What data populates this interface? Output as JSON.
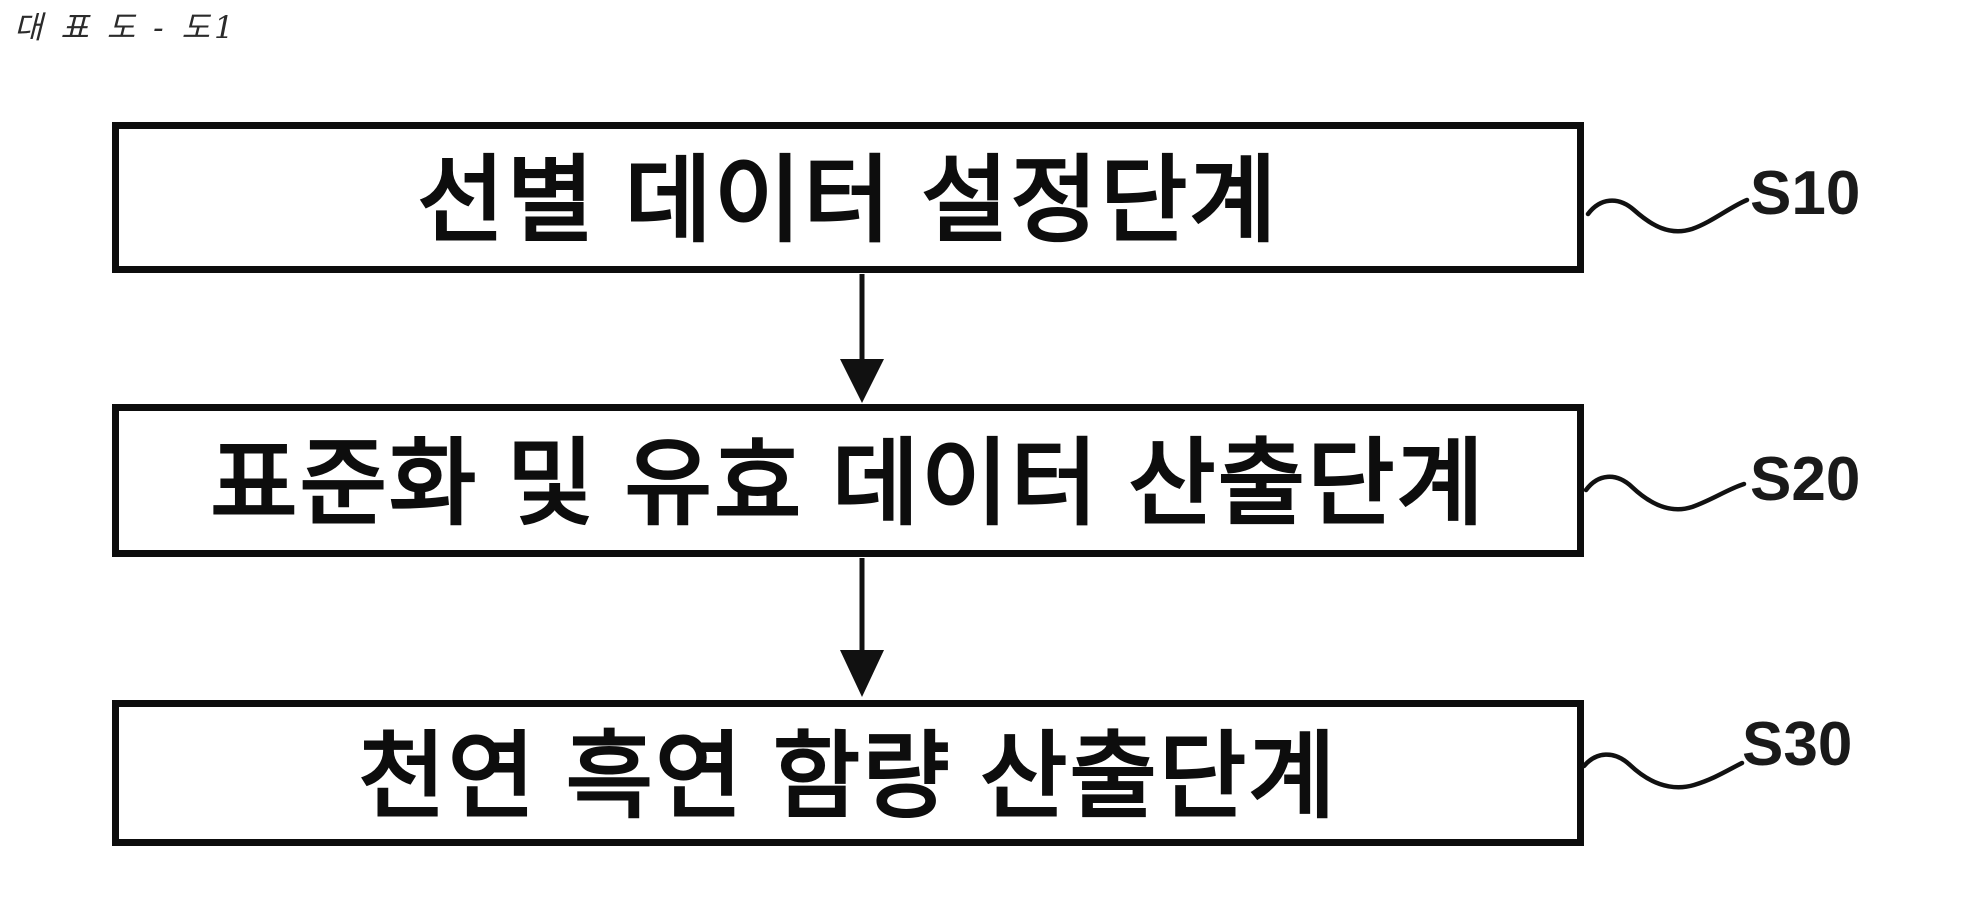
{
  "page": {
    "caption": "대 표 도 - 도1"
  },
  "flowchart": {
    "type": "flowchart",
    "direction": "top-to-bottom",
    "steps": [
      {
        "label": "선별 데이터 설정단계",
        "tag": "S10"
      },
      {
        "label": "표준화 및 유효 데이터 산출단계",
        "tag": "S20"
      },
      {
        "label": "천연 흑연 함량 산출단계",
        "tag": "S30"
      }
    ],
    "connections": [
      {
        "from": "S10",
        "to": "S20",
        "style": "arrow-down"
      },
      {
        "from": "S20",
        "to": "S30",
        "style": "arrow-down"
      }
    ]
  },
  "colors": {
    "ink": "#111111",
    "background": "#ffffff"
  }
}
